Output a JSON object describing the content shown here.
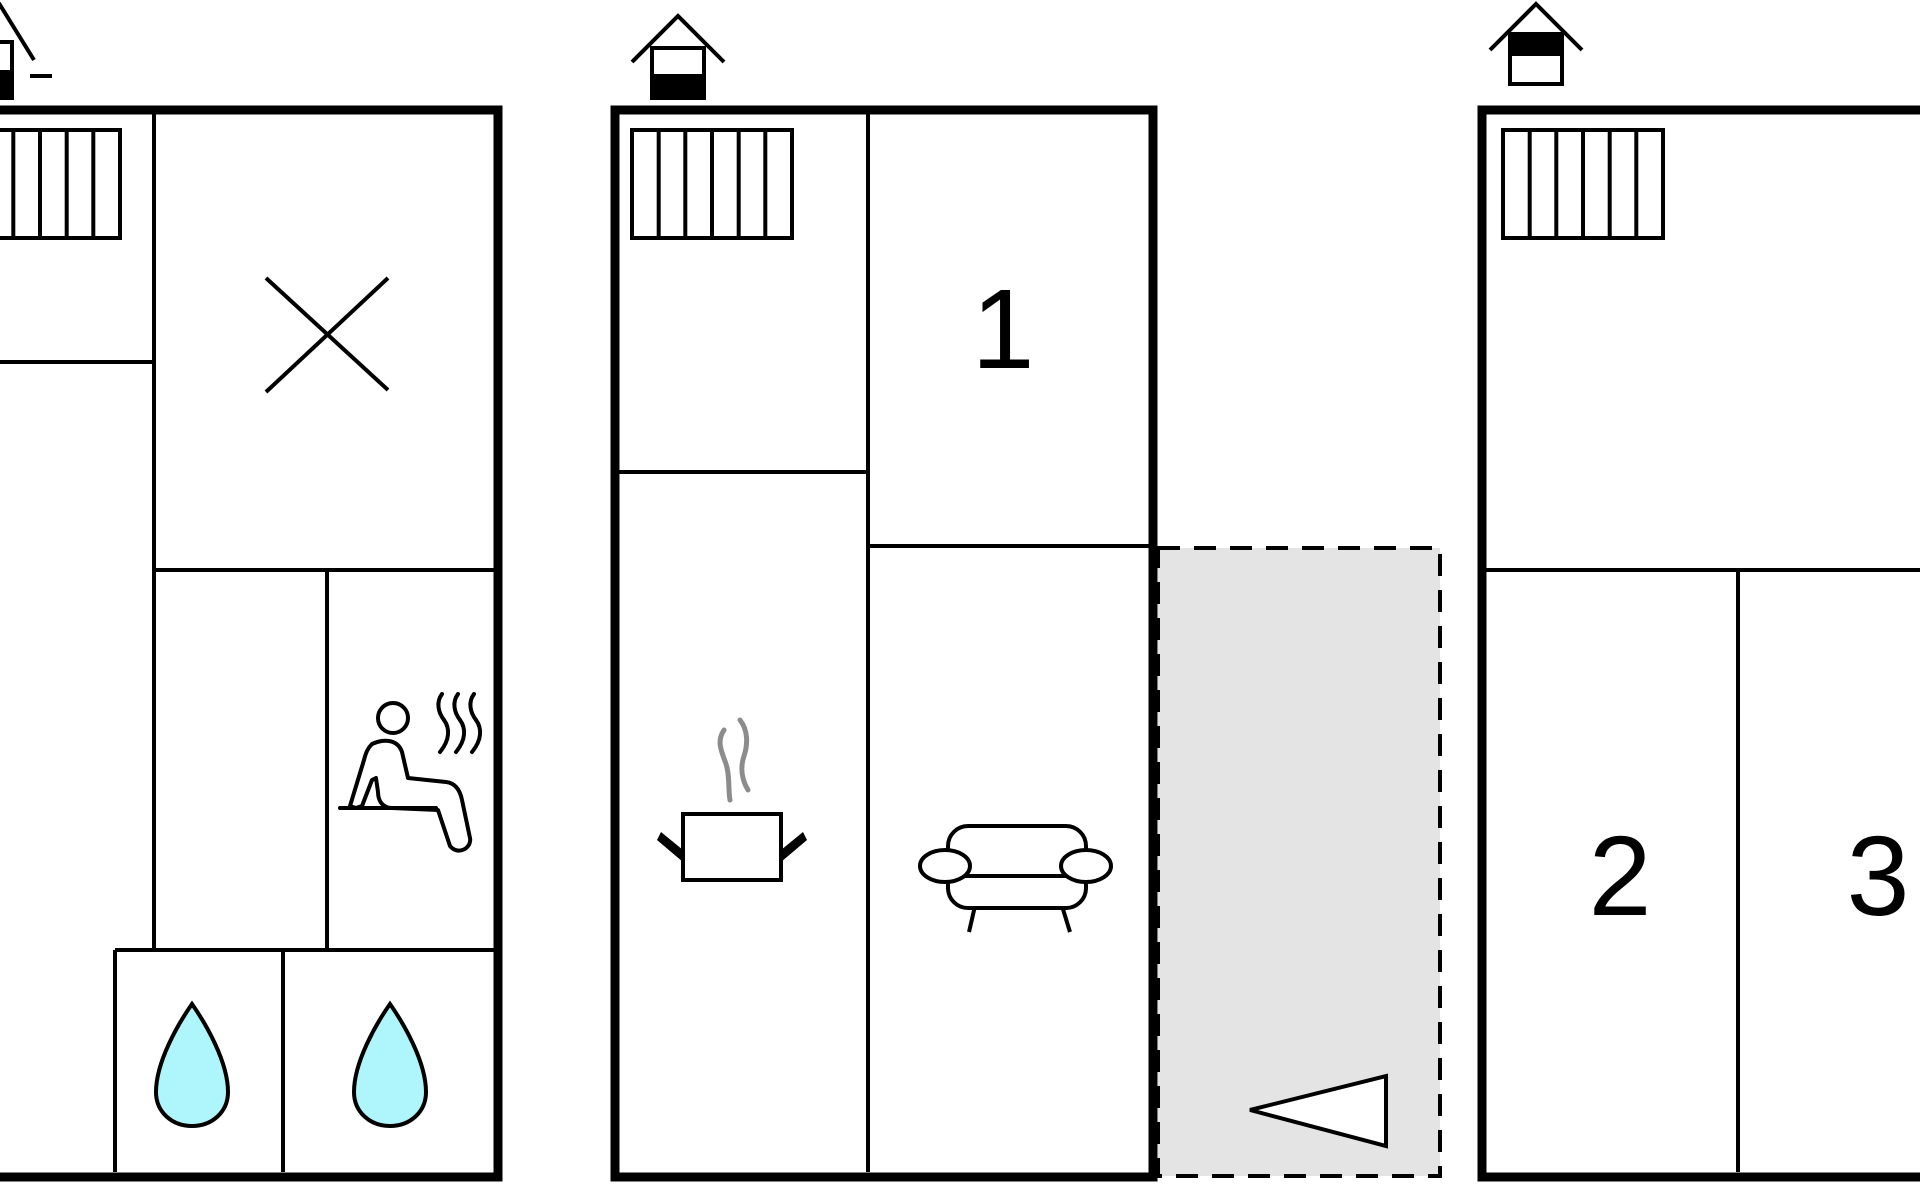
{
  "floors": [
    {
      "floor_indicator_icon": "house-level-icon-lower",
      "rooms": [
        {
          "icon": "radiator-icon"
        },
        {
          "icon": "cross-icon"
        },
        {
          "icon": "sauna-icon"
        },
        {
          "icon": "water-drop-icon"
        },
        {
          "icon": "water-drop-icon"
        }
      ]
    },
    {
      "floor_indicator_icon": "house-level-icon-ground",
      "rooms": [
        {
          "icon": "radiator-icon"
        },
        {
          "label": "1"
        },
        {
          "icon": "cooking-pot-icon"
        },
        {
          "icon": "sofa-icon"
        }
      ],
      "outdoor_area": {
        "icon": "terrace-wedge-icon",
        "fill": "#e4e4e4"
      }
    },
    {
      "floor_indicator_icon": "house-level-icon-upper",
      "rooms": [
        {
          "icon": "radiator-icon"
        },
        {
          "label": "2"
        },
        {
          "label": "3"
        }
      ]
    }
  ],
  "colors": {
    "wall": "#000000",
    "water_drop": "#aef6fc",
    "outdoor_fill": "#e4e4e4",
    "steam": "#8c8c8c"
  }
}
